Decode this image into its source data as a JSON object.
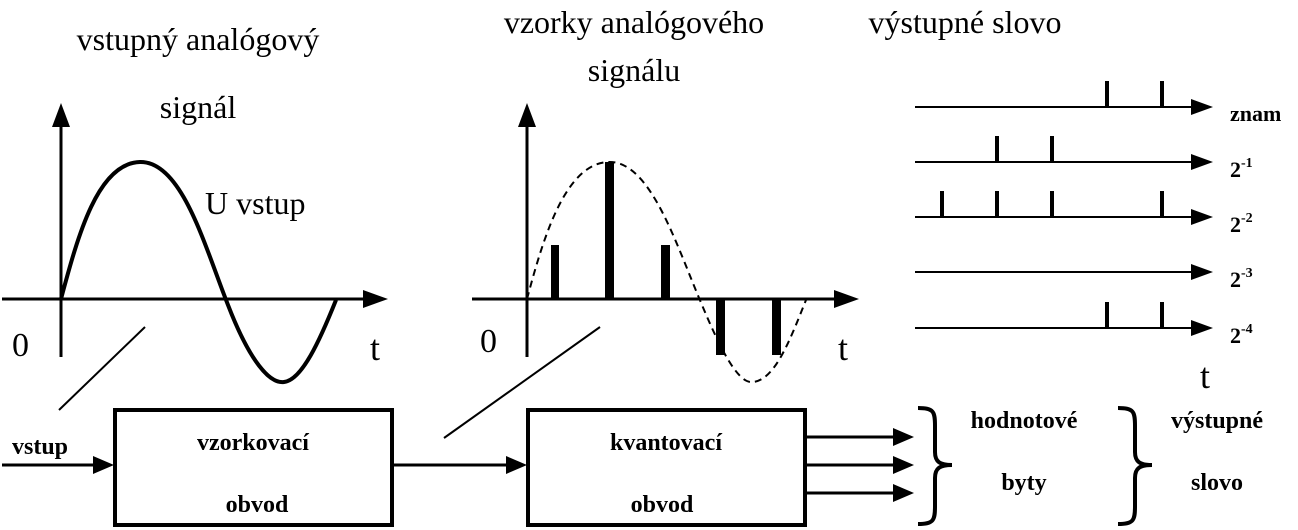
{
  "panel_input": {
    "title_line1": "vstupný analógový",
    "title_line2": "signál",
    "curve_label": "U vstup",
    "origin": "0",
    "axis": "t"
  },
  "panel_samples": {
    "title_line1": "vzorky analógového",
    "title_line2": "signálu",
    "origin": "0",
    "axis": "t"
  },
  "panel_output": {
    "title": "výstupné slovo",
    "axis": "t",
    "rows": [
      {
        "base": "znam",
        "exp": ""
      },
      {
        "base": "2",
        "exp": "-1"
      },
      {
        "base": "2",
        "exp": "-2"
      },
      {
        "base": "2",
        "exp": "-3"
      },
      {
        "base": "2",
        "exp": "-4"
      }
    ]
  },
  "blocks": {
    "input_label": "vstup",
    "sampler_line1": "vzorkovací",
    "sampler_line2": "obvod",
    "quantizer_line1": "kvantovací",
    "quantizer_line2": "obvod"
  },
  "brackets": {
    "group1_line1": "hodnotové",
    "group1_line2": "byty",
    "group2_line1": "výstupné",
    "group2_line2": "slovo"
  }
}
